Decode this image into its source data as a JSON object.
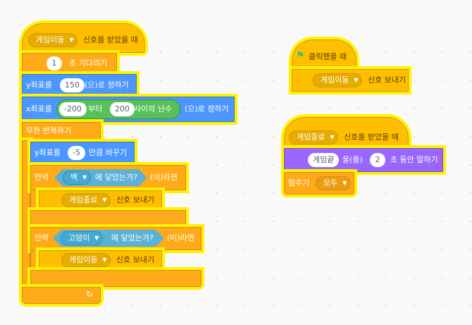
{
  "script1": {
    "hat_when_receive": {
      "message": "게임이동",
      "suffix": "신호를 받았을 때"
    },
    "wait": {
      "value": "1",
      "label": "초 기다리기"
    },
    "set_y": {
      "prefix": "y좌표를",
      "value": "150",
      "suffix": "(으)로 정하기"
    },
    "set_x": {
      "prefix": "x좌표를",
      "pick_from": "-200",
      "pick_between": "부터",
      "pick_to": "200",
      "pick_suffix": "사이의 난수",
      "suffix": "(으)로 정하기"
    },
    "forever": {
      "label": "무한 반복하기"
    },
    "change_y": {
      "prefix": "y좌표를",
      "value": "-5",
      "suffix": "만큼 바꾸기"
    },
    "if1": {
      "if_label": "만약",
      "sense_target": "벽",
      "sense_label": "에 닿았는가?",
      "then_label": "(이)라면",
      "broadcast": {
        "message": "게임종료",
        "suffix": "신호 보내기"
      }
    },
    "if2": {
      "if_label": "만약",
      "sense_target": "고양이",
      "sense_label": "에 닿았는가?",
      "then_label": "(이)라면",
      "broadcast": {
        "message": "게임이동",
        "suffix": "신호 보내기"
      }
    },
    "loop_arrow": "↻"
  },
  "script2": {
    "flag_hat": {
      "flag": "⚑",
      "label": "클릭했을 때"
    },
    "broadcast": {
      "message": "게임이동",
      "suffix": "신호 보내기"
    }
  },
  "script3": {
    "hat_when_receive": {
      "message": "게임종료",
      "suffix": "신호를 받았을 때"
    },
    "say_for": {
      "text": "게임끝",
      "middle": "을(를)",
      "secs": "2",
      "suffix": "초 동안 말하기"
    },
    "stop": {
      "label": "멈추기",
      "option": "모두"
    }
  },
  "colors": {
    "events": "#ffbf00",
    "control": "#ffab19",
    "motion": "#4c97ff",
    "looks": "#9966ff",
    "sensing": "#5cb1d6",
    "operators": "#59c059",
    "glow": "#fff200"
  }
}
